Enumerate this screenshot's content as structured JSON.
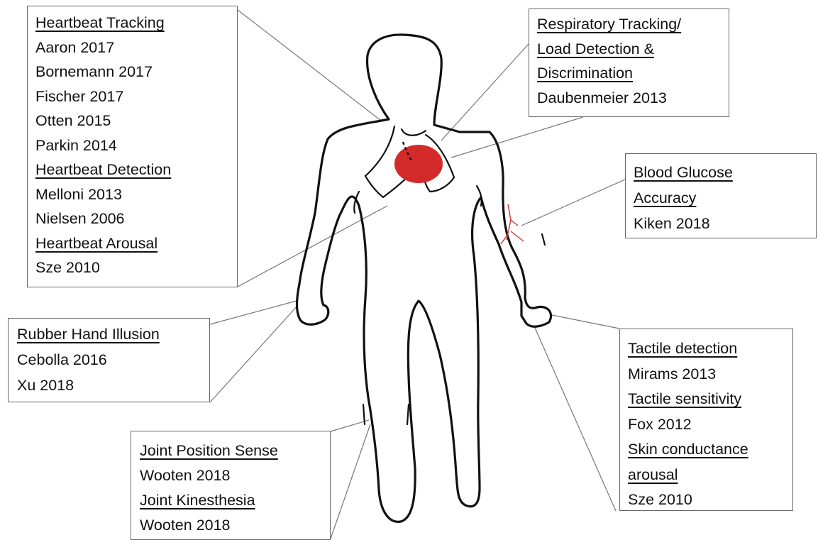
{
  "colors": {
    "heart": "#d42a2a",
    "veins": "#cc3333",
    "outline": "#111111",
    "connector": "#777777",
    "box_border": "#666666"
  },
  "boxes": {
    "heartbeat": {
      "lines": [
        {
          "text": "Heartbeat Tracking",
          "heading": true
        },
        {
          "text": "Aaron 2017",
          "heading": false
        },
        {
          "text": "Bornemann 2017",
          "heading": false
        },
        {
          "text": "Fischer 2017",
          "heading": false
        },
        {
          "text": "Otten 2015",
          "heading": false
        },
        {
          "text": "Parkin 2014",
          "heading": false
        },
        {
          "text": "Heartbeat Detection",
          "heading": true
        },
        {
          "text": "Melloni 2013",
          "heading": false
        },
        {
          "text": "Nielsen 2006",
          "heading": false
        },
        {
          "text": "Heartbeat Arousal",
          "heading": true
        },
        {
          "text": "Sze 2010",
          "heading": false
        }
      ]
    },
    "respiratory": {
      "lines": [
        {
          "text": "Respiratory Tracking/",
          "heading": true
        },
        {
          "text": "Load Detection &",
          "heading": true
        },
        {
          "text": "Discrimination",
          "heading": true
        },
        {
          "text": "Daubenmeier 2013",
          "heading": false
        }
      ]
    },
    "glucose": {
      "lines": [
        {
          "text": "Blood Glucose",
          "heading": true
        },
        {
          "text": "Accuracy",
          "heading": true
        },
        {
          "text": "Kiken 2018",
          "heading": false
        }
      ]
    },
    "rubber": {
      "lines": [
        {
          "text": "Rubber Hand Illusion",
          "heading": true
        },
        {
          "text": "Cebolla 2016",
          "heading": false
        },
        {
          "text": "Xu 2018",
          "heading": false
        }
      ]
    },
    "joint": {
      "lines": [
        {
          "text": "Joint Position Sense",
          "heading": true
        },
        {
          "text": "Wooten 2018",
          "heading": false
        },
        {
          "text": "Joint Kinesthesia",
          "heading": true
        },
        {
          "text": "Wooten 2018",
          "heading": false
        }
      ]
    },
    "tactile": {
      "lines": [
        {
          "text": "Tactile detection",
          "heading": true
        },
        {
          "text": "Mirams 2013",
          "heading": false
        },
        {
          "text": "Tactile sensitivity",
          "heading": true
        },
        {
          "text": "Fox 2012",
          "heading": false
        },
        {
          "text": "Skin conductance",
          "heading": true
        },
        {
          "text": "arousal",
          "heading": true
        },
        {
          "text": "Sze 2010",
          "heading": false
        }
      ]
    }
  }
}
